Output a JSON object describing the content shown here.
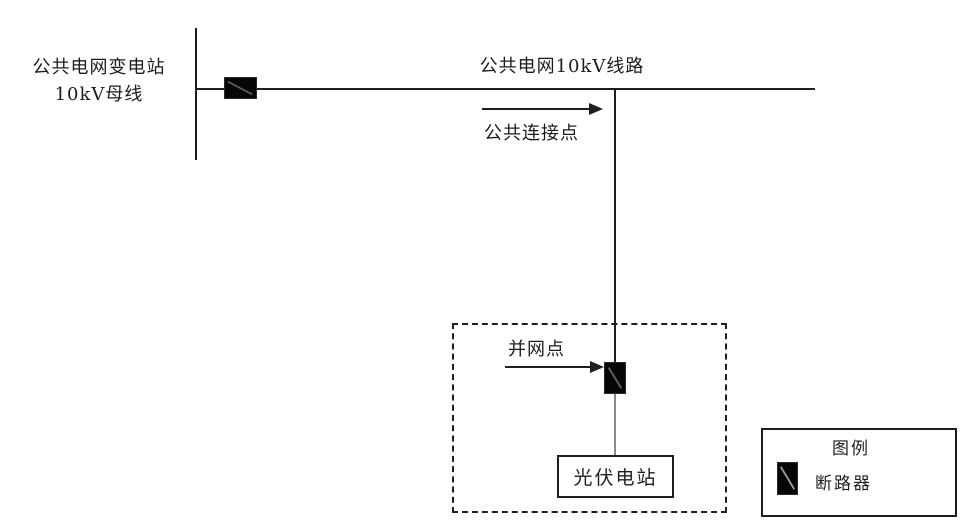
{
  "diagram": {
    "substation_label_line1": "公共电网变电站",
    "substation_label_line2": "10kV母线",
    "grid_line_label": "公共电网10kV线路",
    "pcc_label": "公共连接点",
    "poi_label": "并网点",
    "pv_station_label": "光伏电站"
  },
  "legend": {
    "title": "图例",
    "items": [
      {
        "icon": "breaker-icon",
        "label": "断路器"
      }
    ]
  },
  "colors": {
    "line": "#1f1f1f",
    "breaker_fill": "#060606",
    "breaker_slash": "#5f5f5f",
    "background": "#ffffff"
  }
}
